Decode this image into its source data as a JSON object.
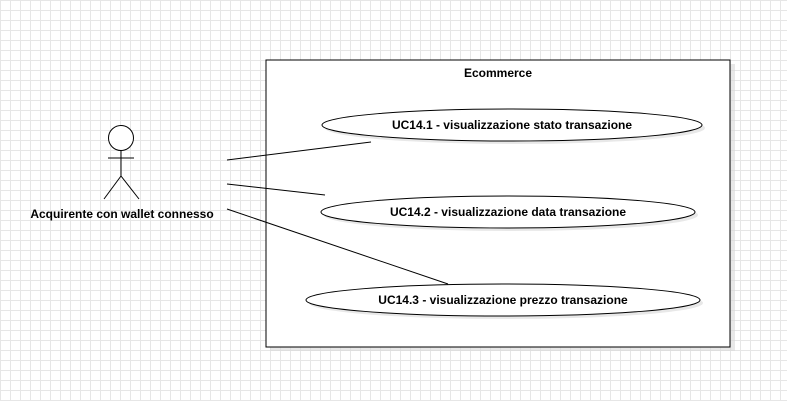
{
  "system": {
    "title": "Ecommerce"
  },
  "actor": {
    "label": "Acquirente con wallet connesso"
  },
  "use_cases": [
    {
      "label": "UC14.1 - visualizzazione stato transazione"
    },
    {
      "label": "UC14.2 - visualizzazione data transazione"
    },
    {
      "label": "UC14.3 - visualizzazione prezzo transazione"
    }
  ],
  "colors": {
    "stroke": "#000000",
    "fill": "#ffffff",
    "shadow": "#e0e0e0",
    "grid": "#e6e6e6"
  }
}
